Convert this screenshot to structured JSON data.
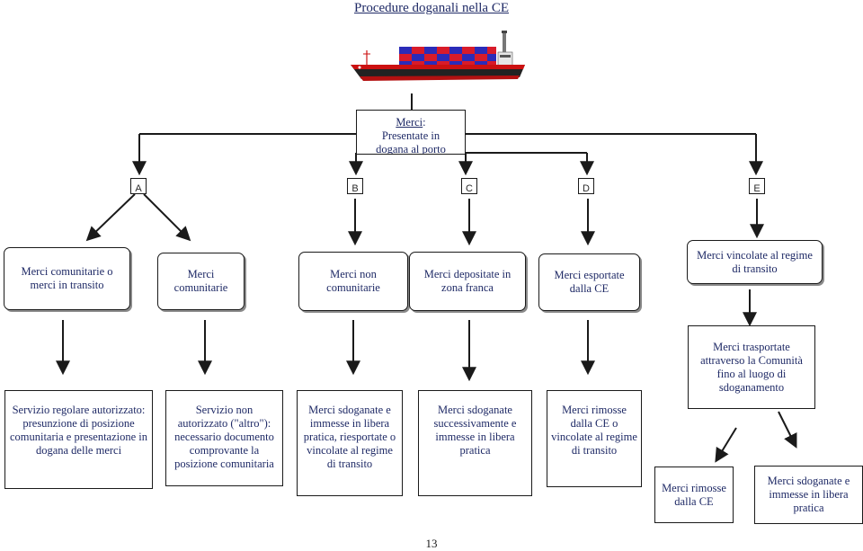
{
  "title": "Procedure doganali nella CE",
  "root": {
    "link": "Merci",
    "rest": ":",
    "line1": "Presentate in",
    "line2": "dogana al porto"
  },
  "letters": [
    "A",
    "B",
    "C",
    "D",
    "E"
  ],
  "level2": {
    "a_left": "Merci comunitarie o merci in transito",
    "a_right": "Merci comunitarie",
    "b": "Merci non comunitarie",
    "c": "Merci depositate in zona franca",
    "d": "Merci esportate dalla CE",
    "e": "Merci vincolate al regime di transito"
  },
  "level3": {
    "a_left": "Servizio regolare autorizzato: presunzione di posizione comunitaria e presentazione in dogana delle merci",
    "a_right": "Servizio non autorizzato (\"altro\"): necessario documento comprovante la posizione comunitaria",
    "b": "Merci sdoganate e immesse in libera pratica, riesportate o vincolate al regime di transito",
    "c": "Merci sdoganate successivamente e immesse in libera pratica",
    "d": "Merci rimosse dalla CE o vincolate al regime di transito",
    "e": "Merci trasportate attraverso la Comunità fino al luogo di sdoganamento"
  },
  "level4": {
    "e_left": "Merci rimosse dalla CE",
    "e_right": "Merci sdoganate e immesse in libera pratica"
  },
  "page_number": "13",
  "colors": {
    "text": "#1f2a66",
    "line": "#1a1a1a",
    "ship_hull": "#cc1111",
    "container_red": "#d81b2a",
    "container_blue": "#2b2bb8"
  }
}
